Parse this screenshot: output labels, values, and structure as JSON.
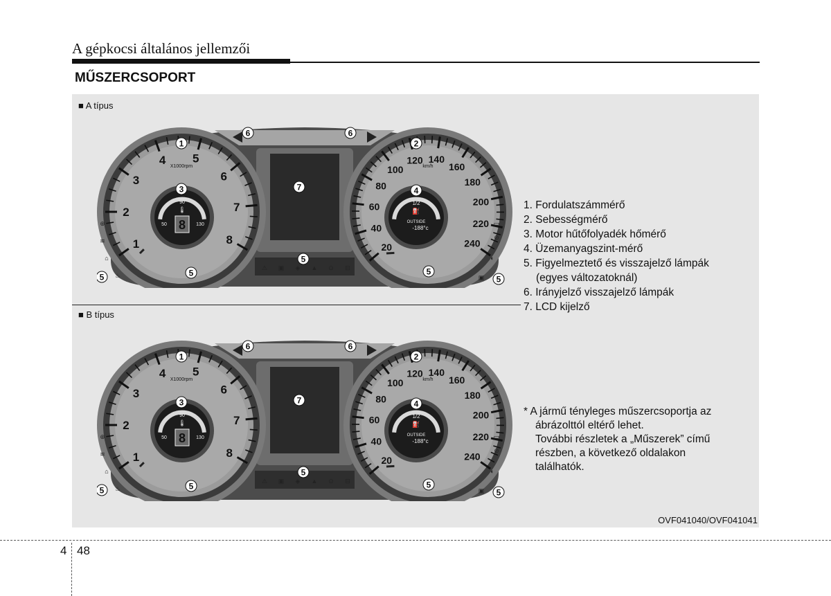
{
  "header": {
    "chapter_title": "A gépkocsi általános jellemzői"
  },
  "section_title": "MŰSZERCSOPORT",
  "figures": [
    {
      "type_label": "■ A típus",
      "tach_labels": [
        "1",
        "2",
        "3",
        "4",
        "5",
        "6",
        "7",
        "8"
      ],
      "tach_unit": "X1000rpm",
      "speed_labels": [
        "20",
        "40",
        "60",
        "80",
        "100",
        "120",
        "140",
        "160",
        "180",
        "200",
        "220",
        "240"
      ],
      "speed_unit": "km/h",
      "temp_labels": [
        "50",
        "90",
        "130"
      ],
      "fuel_labels": [
        "1/2"
      ],
      "outside_label": "OUTSIDE",
      "outside_value": "-188°c",
      "lcd_digit": "8",
      "callouts": [
        "1",
        "2",
        "3",
        "4",
        "5",
        "6",
        "7"
      ]
    },
    {
      "type_label": "■ B típus",
      "tach_labels": [
        "1",
        "2",
        "3",
        "4",
        "5",
        "6",
        "7",
        "8"
      ],
      "tach_unit": "X1000rpm",
      "speed_labels": [
        "20",
        "40",
        "60",
        "80",
        "100",
        "120",
        "140",
        "160",
        "180",
        "200",
        "220",
        "240"
      ],
      "speed_unit": "km/h",
      "temp_labels": [
        "50",
        "90",
        "130"
      ],
      "fuel_labels": [
        "1/2"
      ],
      "outside_label": "OUTSIDE",
      "outside_value": "-188°c",
      "lcd_digit": "8",
      "callouts": [
        "1",
        "2",
        "3",
        "4",
        "5",
        "6",
        "7"
      ]
    }
  ],
  "legend": [
    "1. Fordulatszámmérő",
    "2. Sebességmérő",
    "3. Motor hűtőfolyadék hőmérő",
    "4. Üzemanyagszint-mérő",
    "5. Figyelmeztető és visszajelző lámpák",
    "(egyes változatoknál)",
    "6. Irányjelző visszajelző lámpák",
    "7. LCD kijelző"
  ],
  "note": {
    "line1": "* A jármű tényleges műszercsoportja az",
    "line2": "ábrázolttól eltérő lehet.",
    "line3": "További részletek a „Műszerek” című",
    "line4": "részben, a következő oldalakon",
    "line5": "találhatók."
  },
  "figure_code": "OVF041040/OVF041041",
  "page": {
    "chapter": "4",
    "number": "48"
  }
}
